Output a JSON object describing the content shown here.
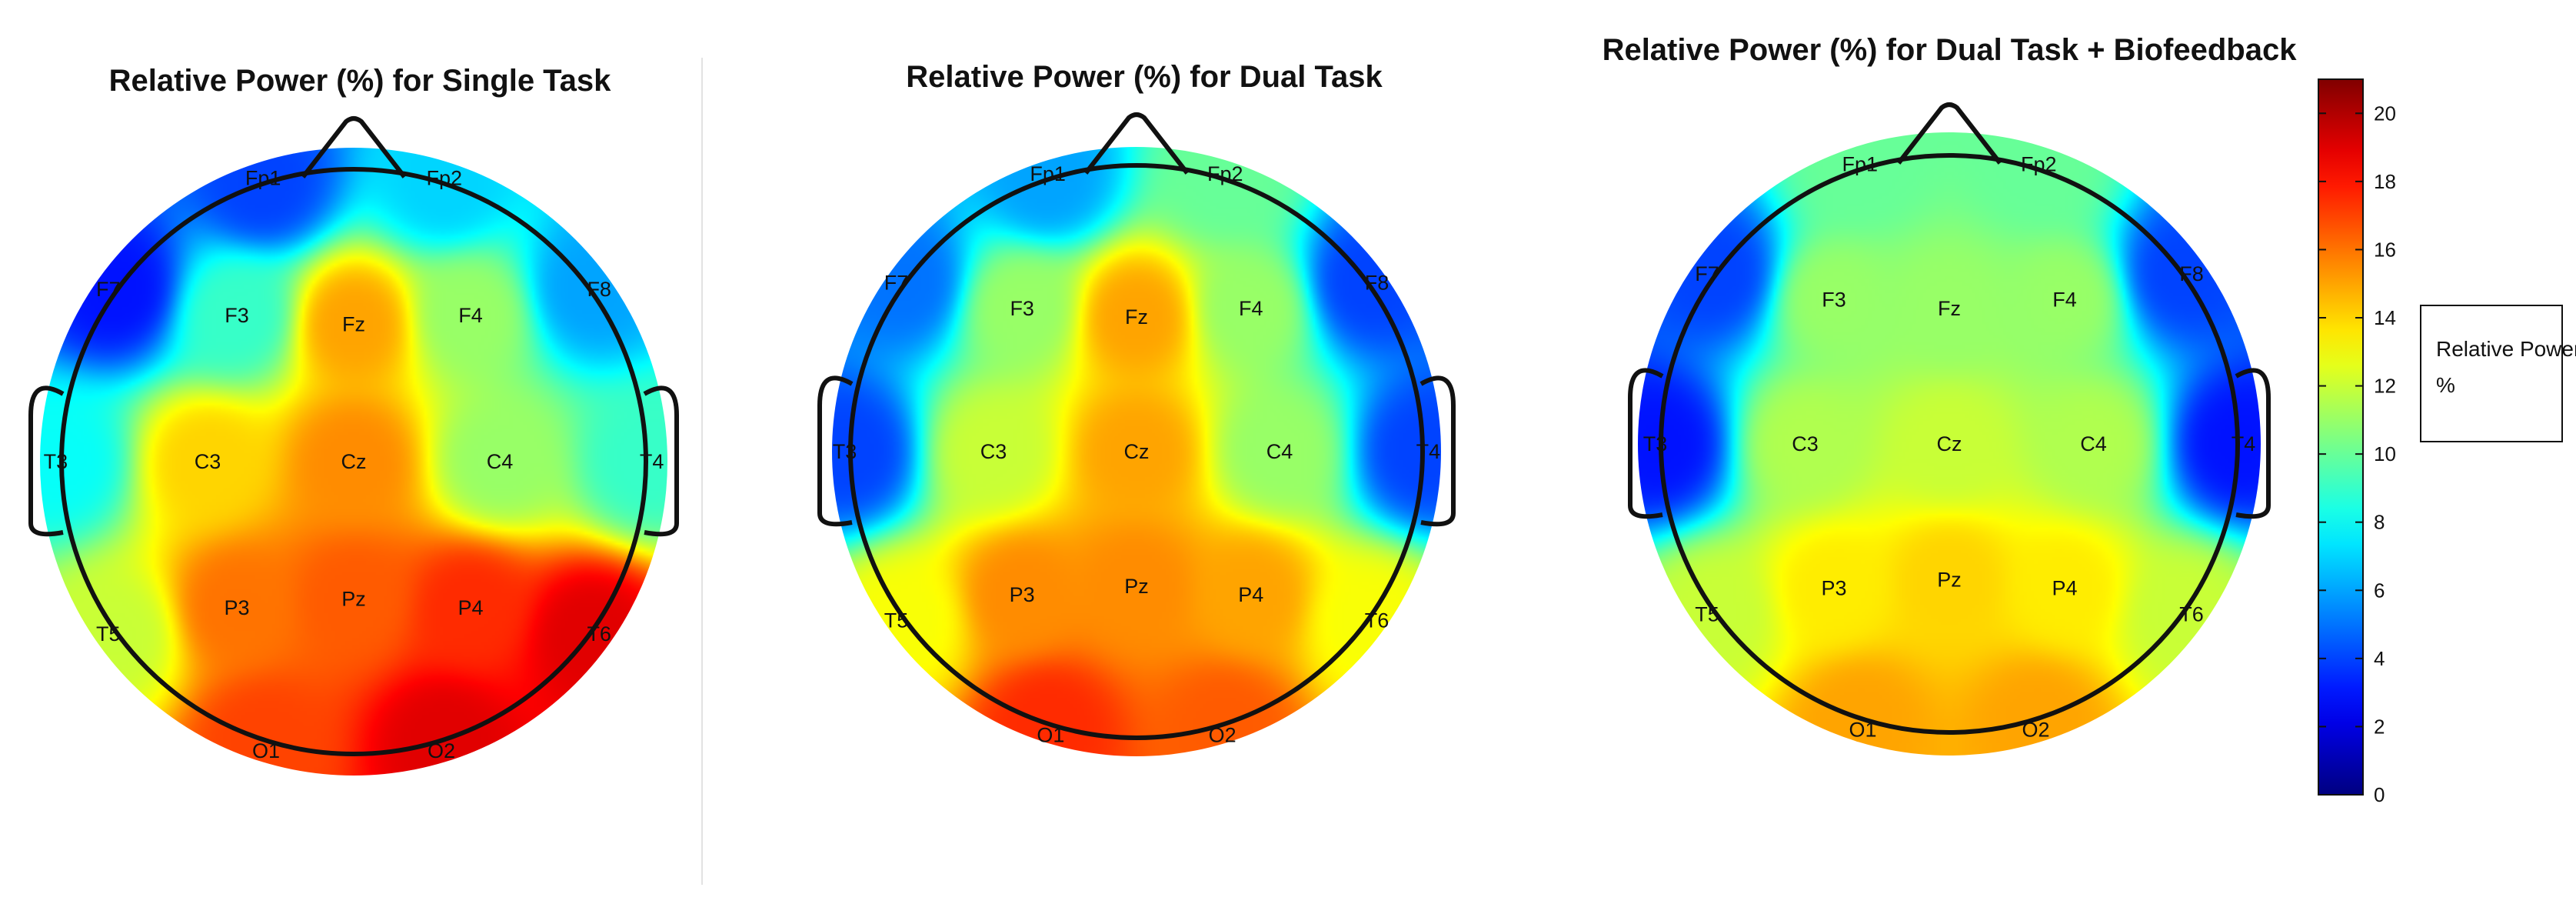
{
  "chart_data": {
    "type": "heatmap",
    "subtype": "topographic-head-map",
    "electrode_labels": [
      "Fp1",
      "Fp2",
      "F7",
      "F3",
      "Fz",
      "F4",
      "F8",
      "T3",
      "C3",
      "Cz",
      "C4",
      "T4",
      "T5",
      "P3",
      "Pz",
      "P4",
      "T6",
      "O1",
      "O2"
    ],
    "maps": [
      {
        "title": "Relative Power (%) for Single Task",
        "values": {
          "Fp1": 4,
          "Fp2": 7,
          "F7": 3,
          "F3": 9,
          "Fz": 15,
          "F4": 11,
          "F8": 6,
          "T3": 8,
          "C3": 14,
          "Cz": 15.5,
          "C4": 11,
          "T4": 9,
          "T5": 12,
          "P3": 16,
          "Pz": 16.5,
          "P4": 17.5,
          "T6": 19,
          "O1": 17,
          "O2": 19
        }
      },
      {
        "title": "Relative Power (%) for Dual Task",
        "values": {
          "Fp1": 6,
          "Fp2": 10,
          "F7": 5,
          "F3": 11,
          "Fz": 15,
          "F4": 11,
          "F8": 4,
          "T3": 4,
          "C3": 12,
          "Cz": 15,
          "C4": 11,
          "T4": 4,
          "T5": 13,
          "P3": 15.5,
          "Pz": 15.5,
          "P4": 15,
          "T6": 13,
          "O1": 17.5,
          "O2": 16.5
        }
      },
      {
        "title": "Relative Power (%) for Dual Task + Biofeedback",
        "values": {
          "Fp1": 10,
          "Fp2": 10,
          "F7": 4,
          "F3": 11,
          "Fz": 11,
          "F4": 11,
          "F8": 4,
          "T3": 3,
          "C3": 11.5,
          "Cz": 12,
          "C4": 11.5,
          "T4": 3,
          "T5": 12,
          "P3": 13.5,
          "Pz": 14,
          "P4": 13.5,
          "T6": 12,
          "O1": 15,
          "O2": 15
        }
      }
    ],
    "colorbar": {
      "title": "Relative Power %",
      "range": [
        0,
        21
      ],
      "ticks": [
        0,
        2,
        4,
        6,
        8,
        10,
        12,
        14,
        16,
        18,
        20
      ],
      "colormap": "jet",
      "colors": [
        "#00007f",
        "#0000ff",
        "#00ffff",
        "#ffff00",
        "#ff0000",
        "#7f0000"
      ]
    }
  }
}
